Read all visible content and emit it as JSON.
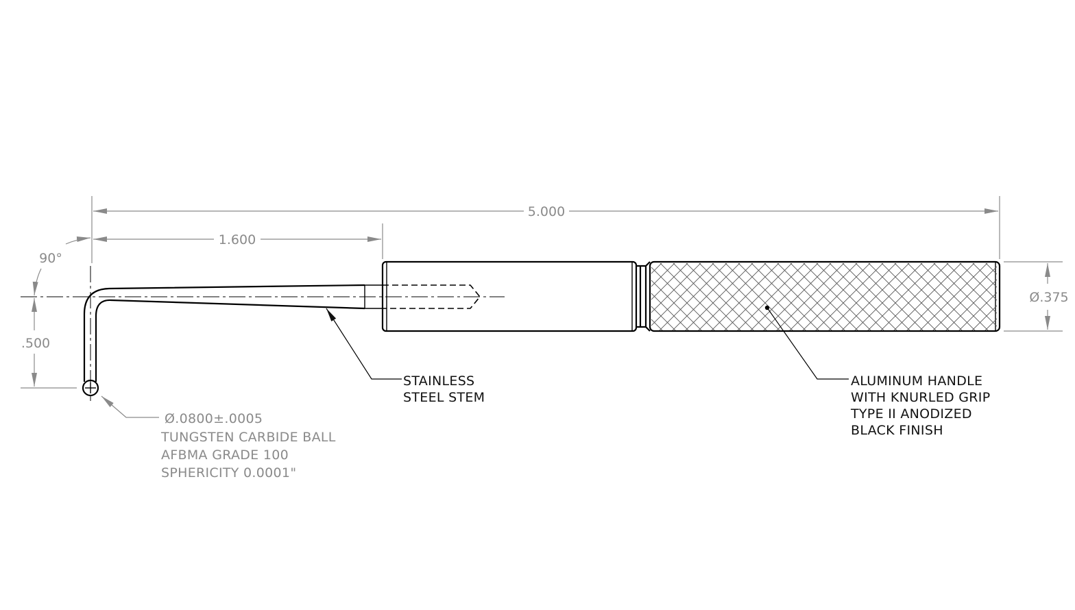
{
  "dimensions": {
    "overall_length": "5.000",
    "hook_length": "1.600",
    "bend_angle": "90°",
    "drop_height": ".500",
    "handle_diameter": "Ø.375"
  },
  "notes": {
    "stem": [
      "STAINLESS",
      "STEEL STEM"
    ],
    "handle": [
      "ALUMINUM HANDLE",
      "WITH KNURLED GRIP",
      "TYPE II ANODIZED",
      "BLACK FINISH"
    ],
    "ball": [
      "Ø.0800±.0005",
      "TUNGSTEN CARBIDE BALL",
      "AFBMA GRADE 100",
      "SPHERICITY 0.0001\""
    ]
  },
  "colors": {
    "part_lines": "#000000",
    "dimension_lines": "#8a8a8a"
  }
}
